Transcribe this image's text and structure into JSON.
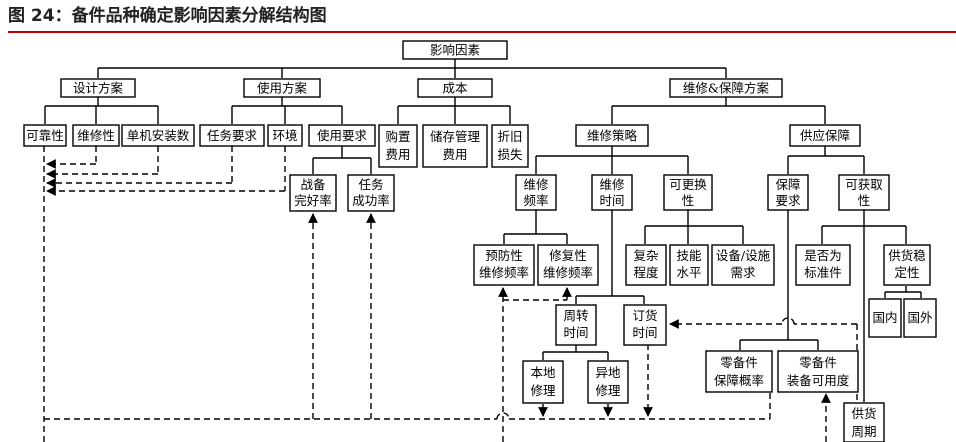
{
  "figure": {
    "number": "图 24：",
    "title": "备件品种确定影响因素分解结构图"
  },
  "nodes": {
    "root": "影响因素",
    "design": "设计方案",
    "usage": "使用方案",
    "cost": "成本",
    "maint": "维修&保障方案",
    "reliability": "可靠性",
    "maintainability": "维修性",
    "install_count": "单机安装数",
    "task_req": "任务要求",
    "environment": "环境",
    "usage_req": "使用要求",
    "purchase_cost": [
      "购置",
      "费用"
    ],
    "storage_cost": [
      "储存管理",
      "费用"
    ],
    "depreciation": [
      "折旧",
      "损失"
    ],
    "maint_strategy": "维修策略",
    "supply_support": "供应保障",
    "readiness": [
      "战备",
      "完好率"
    ],
    "mission_success": [
      "任务",
      "成功率"
    ],
    "maint_freq": [
      "维修",
      "频率"
    ],
    "maint_time": [
      "维修",
      "时间"
    ],
    "replaceability": [
      "可更换",
      "性"
    ],
    "support_req": [
      "保障",
      "要求"
    ],
    "availability": [
      "可获取",
      "性"
    ],
    "preventive_freq": [
      "预防性",
      "维修频率"
    ],
    "corrective_freq": [
      "修复性",
      "维修频率"
    ],
    "complexity": [
      "复杂",
      "程度"
    ],
    "skill_level": [
      "技能",
      "水平"
    ],
    "equipment_req": [
      "设备/设施",
      "需求"
    ],
    "is_standard": [
      "是否为",
      "标准件"
    ],
    "supply_stability": [
      "供货稳",
      "定性"
    ],
    "turnaround_time": [
      "周转",
      "时间"
    ],
    "order_time": [
      "订货",
      "时间"
    ],
    "domestic": "国内",
    "foreign": "国外",
    "local_repair": [
      "本地",
      "修理"
    ],
    "remote_repair": [
      "异地",
      "修理"
    ],
    "spare_support_prob": [
      "零备件",
      "保障概率"
    ],
    "spare_availability": [
      "零备件",
      "装备可用度"
    ],
    "supply_cycle": [
      "供货",
      "周期"
    ]
  }
}
